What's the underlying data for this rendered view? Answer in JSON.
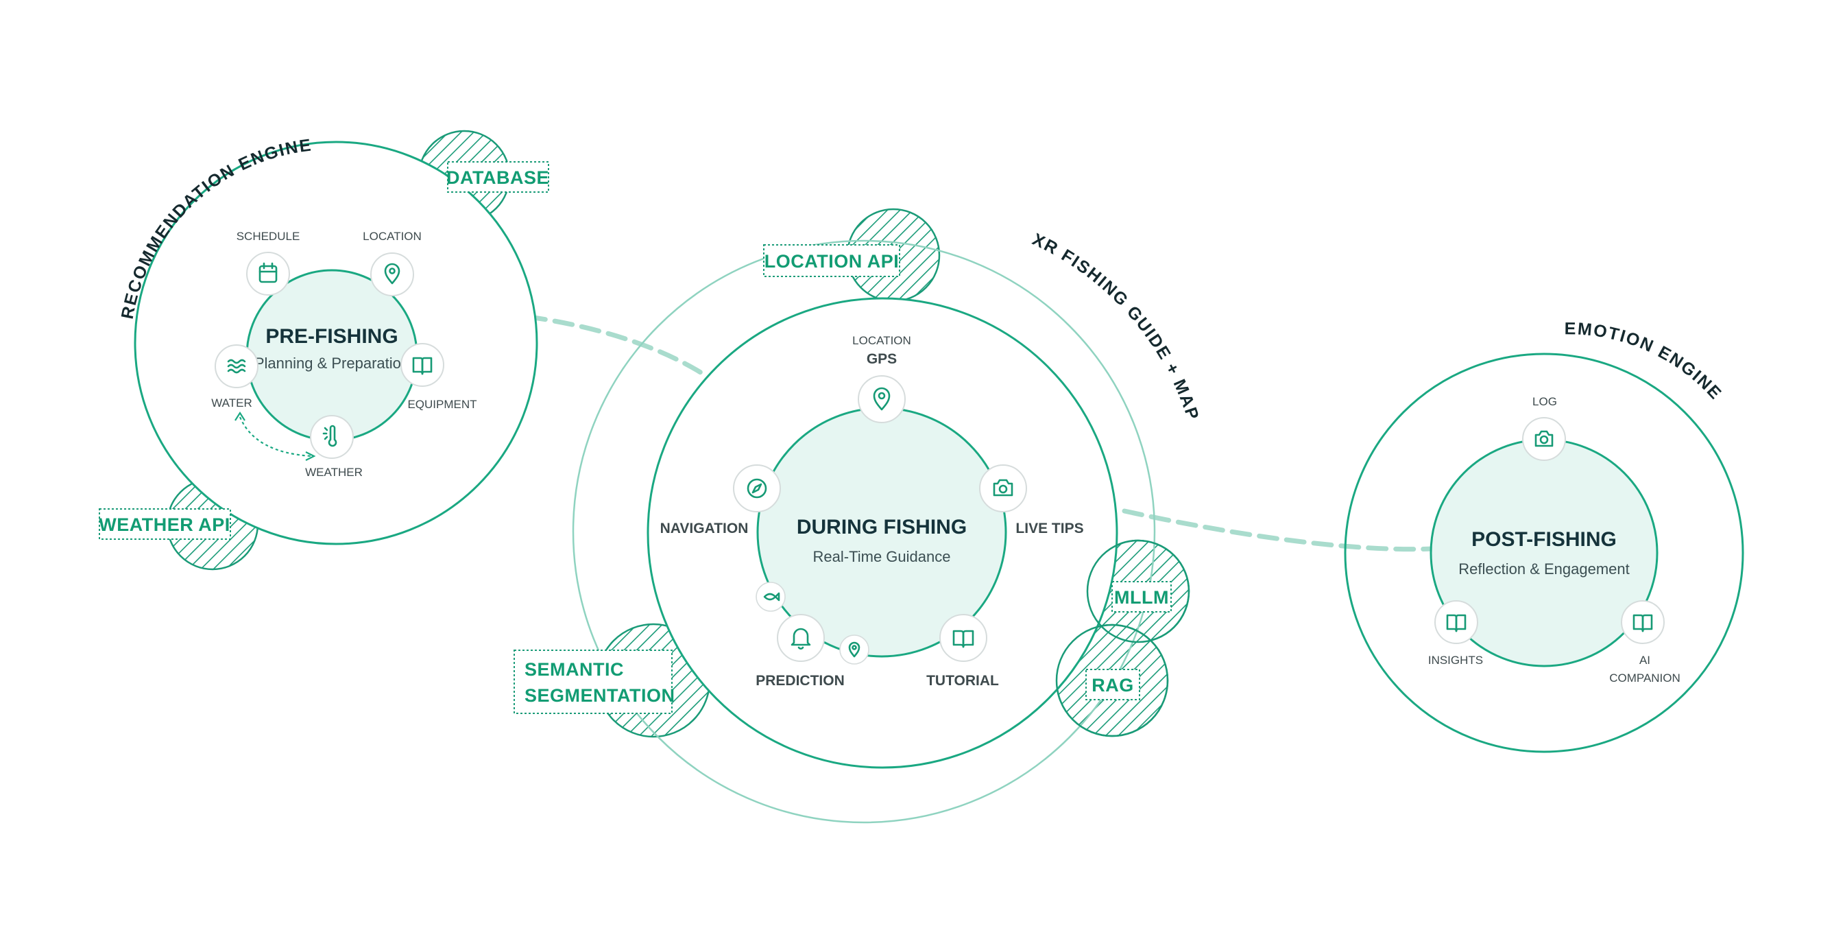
{
  "colors": {
    "accent": "#1aa882",
    "accent_dark": "#129c73",
    "core_fill": "#e6f6f2",
    "connector": "#a9dccd",
    "title_text": "#15333b"
  },
  "pre_fishing": {
    "arc_label": "RECOMMENDATION ENGINE",
    "title": "PRE-FISHING",
    "subtitle": "Planning & Preparation",
    "nodes": {
      "schedule": "SCHEDULE",
      "location": "LOCATION",
      "water": "WATER",
      "equipment": "EQUIPMENT",
      "weather": "WEATHER"
    },
    "tags": {
      "database": "DATABASE",
      "weather_api": "WEATHER API"
    }
  },
  "during_fishing": {
    "arc_label": "XR FISHING GUIDE + MAP",
    "title": "DURING FISHING",
    "subtitle": "Real-Time Guidance",
    "nodes": {
      "gps_small": "LOCATION",
      "gps": "GPS",
      "navigation": "NAVIGATION",
      "live_tips": "LIVE TIPS",
      "prediction": "PREDICTION",
      "tutorial": "TUTORIAL"
    },
    "tags": {
      "location_api": "LOCATION API",
      "mllm": "MLLM",
      "rag": "RAG",
      "semantic_line1": "SEMANTIC",
      "semantic_line2": "SEGMENTATION"
    }
  },
  "post_fishing": {
    "arc_label": "EMOTION ENGINE",
    "title": "POST-FISHING",
    "subtitle": "Reflection & Engagement",
    "nodes": {
      "log": "LOG",
      "insights": "INSIGHTS",
      "ai_line1": "AI",
      "ai_line2": "COMPANION"
    }
  },
  "icons": {
    "schedule": "calendar-icon",
    "location": "map-pin-icon",
    "water": "waves-icon",
    "equipment": "book-icon",
    "weather": "thermometer-sun-icon",
    "gps": "map-pin-icon",
    "navigation": "compass-icon",
    "live_tips": "camera-icon",
    "prediction": "bell-icon",
    "tutorial": "book-icon",
    "fish": "fish-icon",
    "log": "camera-icon",
    "insights": "book-icon",
    "ai_companion": "book-icon"
  }
}
